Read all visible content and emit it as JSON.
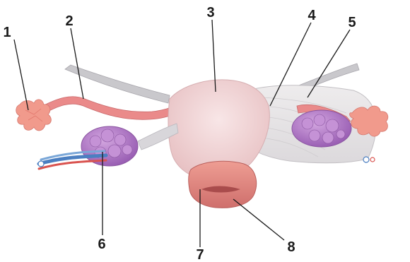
{
  "labels": [
    "1",
    "2",
    "3",
    "4",
    "5",
    "6",
    "7",
    "8"
  ],
  "colors": {
    "background": "#ffffff",
    "ligament": "#e6e4e6",
    "uterus": "#f1d5d7",
    "tube": "#ea8a8a",
    "fimbriae": "#f19a8c",
    "ovary": "#b27ac8",
    "cervix": "#e08d86",
    "artery": "#d9534f",
    "vein": "#4b7fc1",
    "leader_line": "#1a1a1a"
  }
}
